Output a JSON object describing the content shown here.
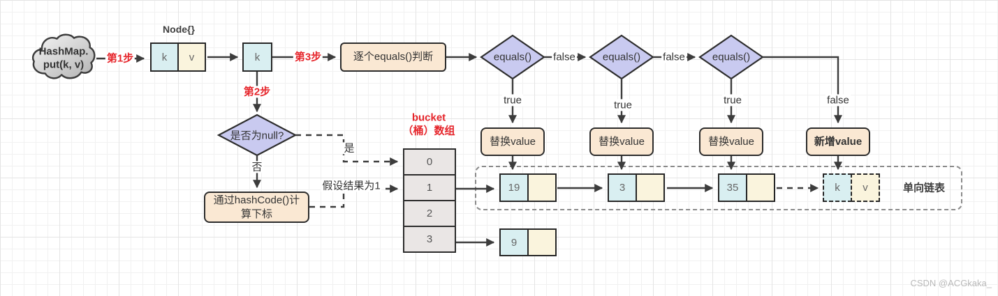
{
  "palette": {
    "red": "#e6252b",
    "key_cyan": "#d9eff1",
    "value_cream": "#faf4dd",
    "action_peach": "#fae8d3",
    "decision_lavender": "#c9caf0",
    "bucket_gray": "#eae6e5",
    "line_dark": "#3c3c3c"
  },
  "cloud": {
    "line1": "HashMap.",
    "line2": "put(k, v)"
  },
  "top_flow": {
    "step1": "第1步",
    "step2": "第2步",
    "step3": "第3步",
    "node_type": "Node{}",
    "node_k": "k",
    "node_v": "v",
    "key_box": "k",
    "equals_scan": "逐个equals()判断",
    "equals1": "equals()",
    "equals2": "equals()",
    "equals3": "equals()",
    "false1": "false",
    "false2": "false",
    "false3": "false",
    "true1": "true",
    "true2": "true",
    "true3": "true"
  },
  "value_actions": {
    "replace1": "替换value",
    "replace2": "替换value",
    "replace3": "替换value",
    "add_new": "新增value"
  },
  "null_branch": {
    "question": "是否为null?",
    "yes": "是",
    "no": "否",
    "hashcode": "通过hashCode()计算下标",
    "assume": "假设结果为1"
  },
  "bucket": {
    "title_line1": "bucket",
    "title_line2": "（桶）数组",
    "cells": [
      "0",
      "1",
      "2",
      "3"
    ]
  },
  "linked_list": {
    "label": "单向链表",
    "node1_key": "19",
    "node2_key": "3",
    "node3_key": "35",
    "dashed_k": "k",
    "dashed_v": "v",
    "bucket3_key": "9"
  },
  "watermark": "CSDN @ACGkaka_"
}
